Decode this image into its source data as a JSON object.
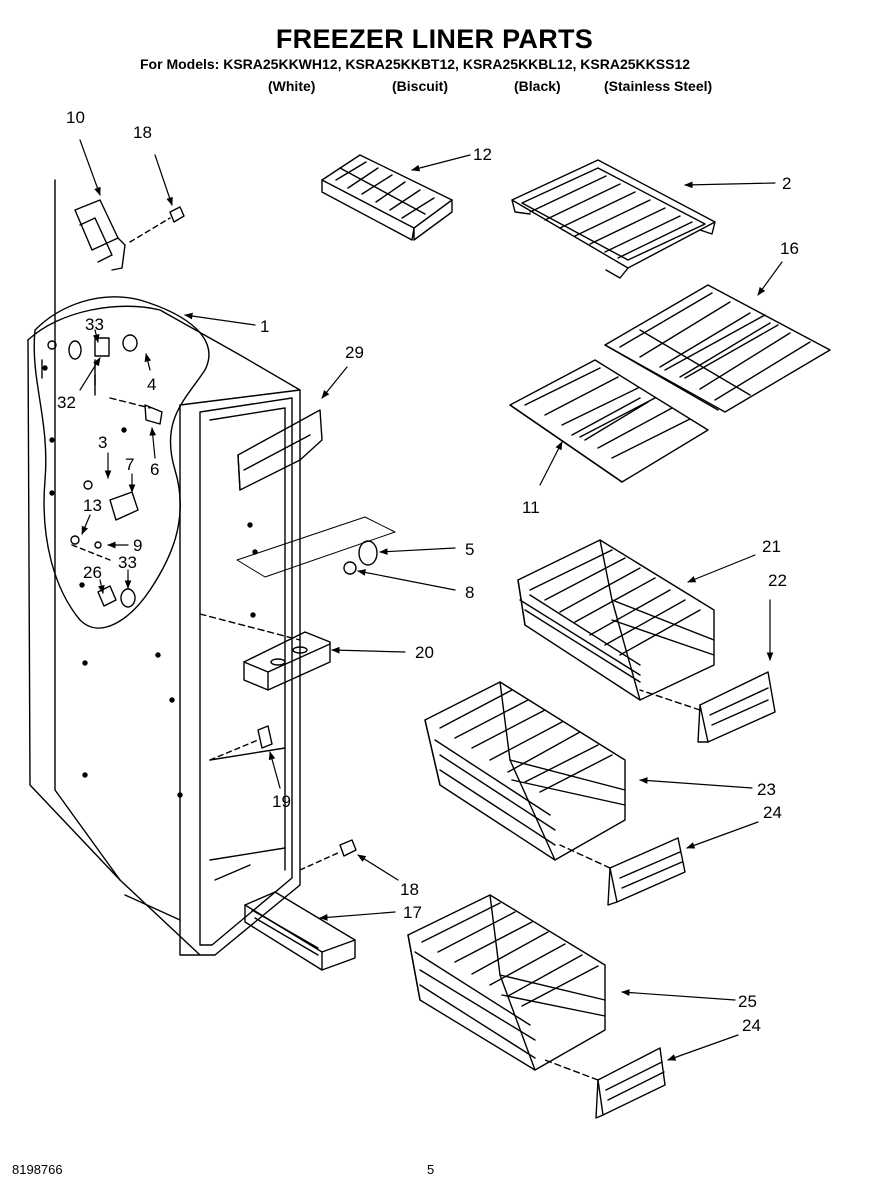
{
  "header": {
    "title": "FREEZER LINER PARTS",
    "models_line": "For Models: KSRA25KKWH12, KSRA25KKBT12, KSRA25KKBL12, KSRA25KKSS12",
    "variants": [
      "(White)",
      "(Biscuit)",
      "(Black)",
      "(Stainless Steel)"
    ]
  },
  "callouts": {
    "c10": "10",
    "c18a": "18",
    "c12": "12",
    "c2": "2",
    "c16": "16",
    "c33a": "33",
    "c1": "1",
    "c32": "32",
    "c4": "4",
    "c29": "29",
    "c3": "3",
    "c6": "6",
    "c7": "7",
    "c11": "11",
    "c13": "13",
    "c9": "9",
    "c26": "26",
    "c33b": "33",
    "c5": "5",
    "c8": "8",
    "c21": "21",
    "c22": "22",
    "c20": "20",
    "c19": "19",
    "c23": "23",
    "c24a": "24",
    "c18b": "18",
    "c17": "17",
    "c25": "25",
    "c24b": "24"
  },
  "footer": {
    "doc_number": "8198766",
    "page_number": "5"
  }
}
